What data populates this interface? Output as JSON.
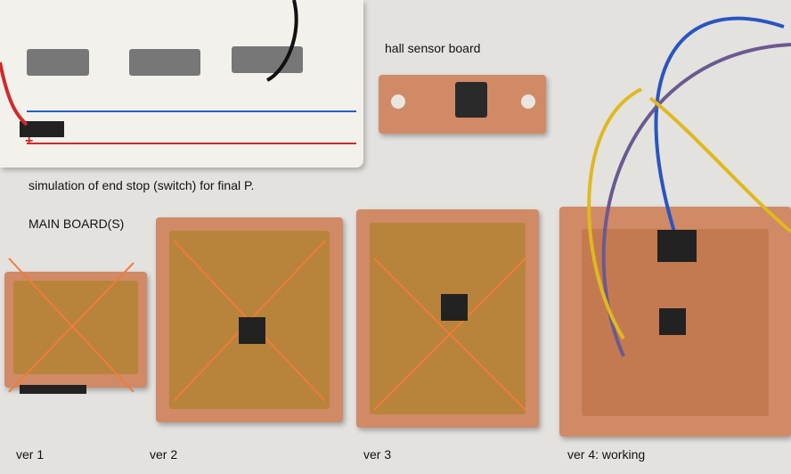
{
  "labels": {
    "hall_sensor": "hall sensor board",
    "end_stop": "simulation of end stop (switch) for final P.",
    "main_boards": "MAIN BOARD(S)",
    "ver1": "ver 1",
    "ver2": "ver 2",
    "ver3": "ver 3",
    "ver4": "ver 4: working"
  },
  "breadboard_marks": {
    "minus": "-",
    "plus": "+"
  },
  "colors": {
    "copper": "#d08a66",
    "cross": "#f07b3a",
    "background": "#e4e2df"
  }
}
